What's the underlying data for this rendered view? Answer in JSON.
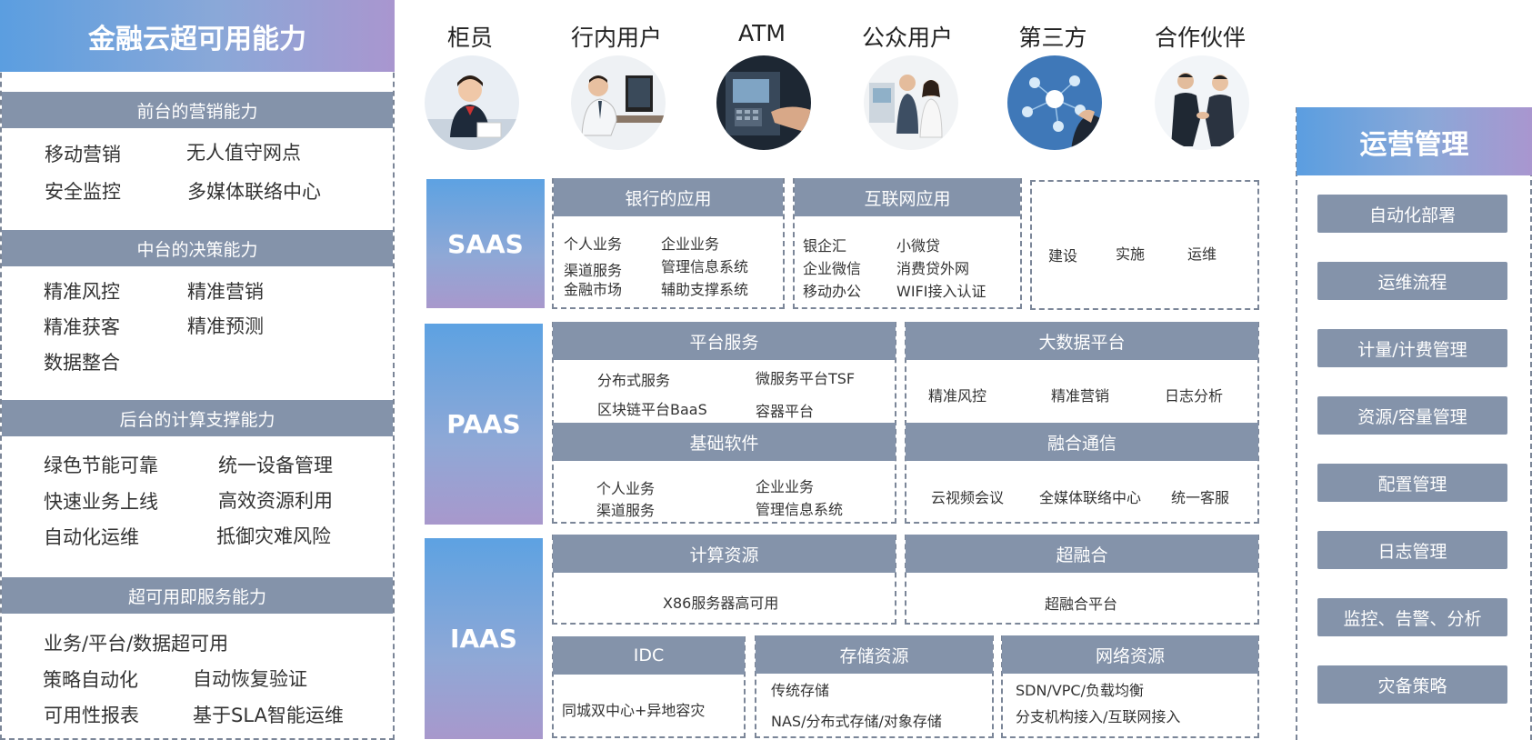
{
  "left": {
    "title": "金融云超可用能力",
    "sections": [
      {
        "header": "前台的营销能力",
        "items": [
          "移动营销",
          "无人值守网点",
          "安全监控",
          "多媒体联络中心"
        ]
      },
      {
        "header": "中台的决策能力",
        "items": [
          "精准风控",
          "精准营销",
          "精准获客",
          "精准预测",
          "数据整合"
        ]
      },
      {
        "header": "后台的计算支撑能力",
        "items": [
          "绿色节能可靠",
          "统一设备管理",
          "快速业务上线",
          "高效资源利用",
          "自动化运维",
          "抵御灾难风险"
        ]
      },
      {
        "header": "超可用即服务能力",
        "items": [
          "业务/平台/数据超可用",
          "策略自动化",
          "自动恢复验证",
          "可用性报表",
          "基于SLA智能运维"
        ]
      }
    ]
  },
  "customers": [
    {
      "label": "柜员",
      "icon": "teller-photo"
    },
    {
      "label": "行内用户",
      "icon": "office-worker-photo"
    },
    {
      "label": "ATM",
      "icon": "atm-photo"
    },
    {
      "label": "公众用户",
      "icon": "public-users-photo"
    },
    {
      "label": "第三方",
      "icon": "third-party-network-photo"
    },
    {
      "label": "合作伙伴",
      "icon": "handshake-photo"
    }
  ],
  "saas": {
    "label": "SAAS",
    "bank": {
      "header": "银行的应用",
      "items": [
        "个人业务",
        "企业业务",
        "渠道服务",
        "管理信息系统",
        "金融市场",
        "辅助支撑系统"
      ]
    },
    "internet": {
      "header": "互联网应用",
      "items": [
        "银企汇",
        "小微贷",
        "企业微信",
        "消费贷外网",
        "移动办公",
        "WIFI接入认证"
      ]
    },
    "services": [
      "建设",
      "实施",
      "运维"
    ]
  },
  "paas": {
    "label": "PAAS",
    "platform": {
      "header": "平台服务",
      "items": [
        "分布式服务",
        "微服务平台TSF",
        "区块链平台BaaS",
        "容器平台"
      ]
    },
    "bigdata": {
      "header": "大数据平台",
      "items": [
        "精准风控",
        "精准营销",
        "日志分析"
      ]
    },
    "software": {
      "header": "基础软件",
      "items": [
        "个人业务",
        "企业业务",
        "渠道服务",
        "管理信息系统"
      ]
    },
    "comm": {
      "header": "融合通信",
      "items": [
        "云视频会议",
        "全媒体联络中心",
        "统一客服"
      ]
    }
  },
  "iaas": {
    "label": "IAAS",
    "compute": {
      "header": "计算资源",
      "items": [
        "X86服务器高可用"
      ]
    },
    "hci": {
      "header": "超融合",
      "items": [
        "超融合平台"
      ]
    },
    "idc": {
      "header": "IDC",
      "items": [
        "同城双中心+异地容灾"
      ]
    },
    "storage": {
      "header": "存储资源",
      "items": [
        "传统存储",
        "NAS/分布式存储/对象存储"
      ]
    },
    "network": {
      "header": "网络资源",
      "items": [
        "SDN/VPC/负载均衡",
        "分支机构接入/互联网接入"
      ]
    }
  },
  "ops": {
    "title": "运营管理",
    "items": [
      "自动化部署",
      "运维流程",
      "计量/计费管理",
      "资源/容量管理",
      "配置管理",
      "日志管理",
      "监控、告警、分析",
      "灾备策略"
    ]
  }
}
